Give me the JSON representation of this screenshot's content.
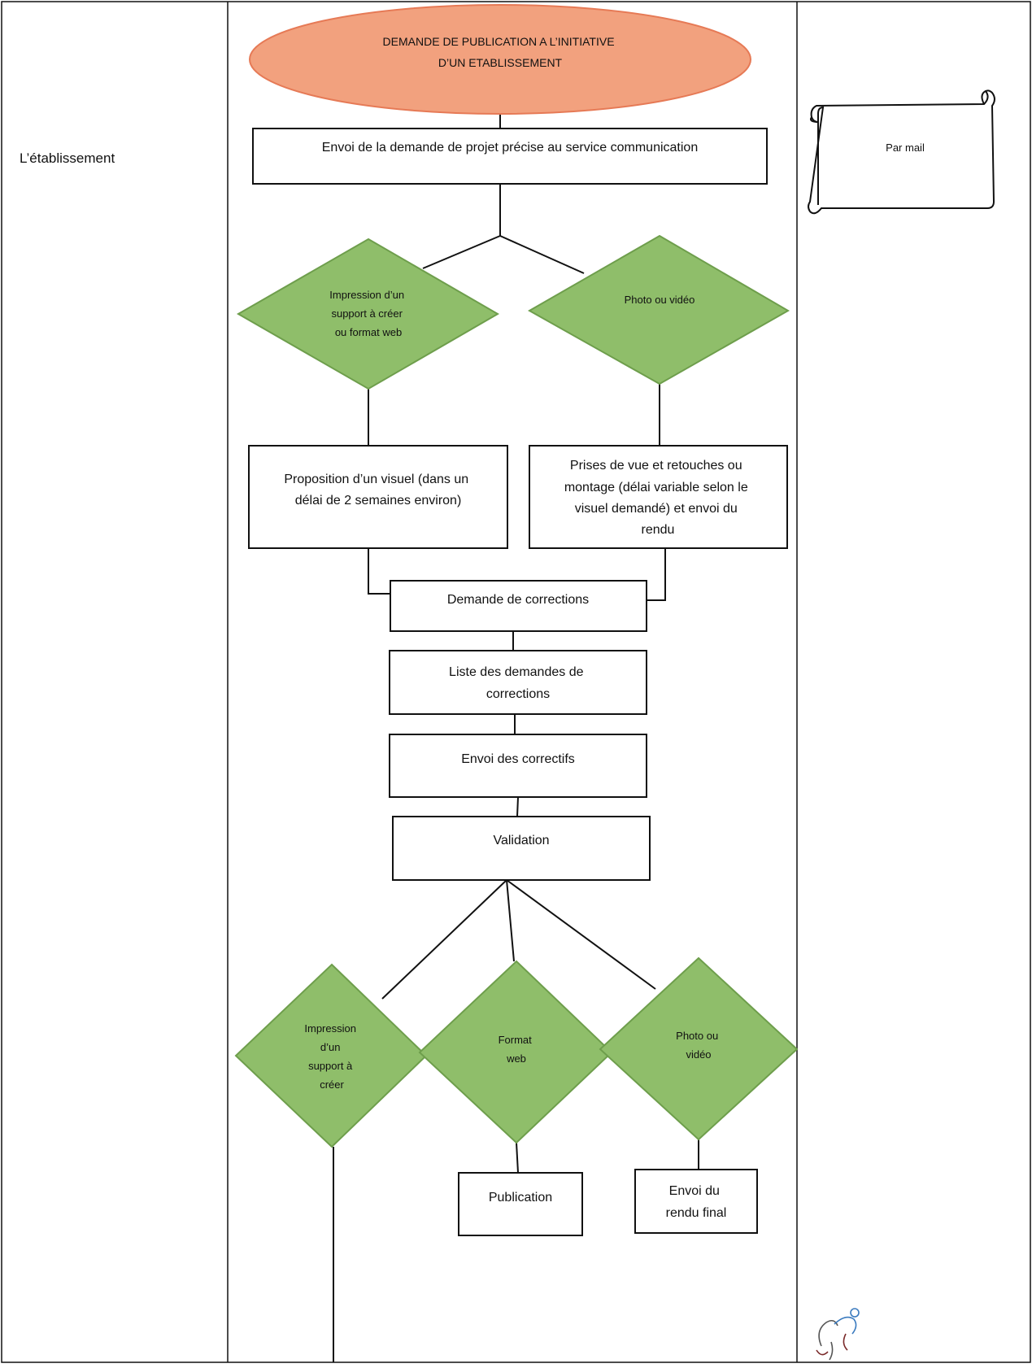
{
  "lanes": {
    "actor_label": "L’établissement"
  },
  "nodes": {
    "start": [
      "DEMANDE DE PUBLICATION A L’INITIATIVE",
      "D’UN ETABLISSEMENT"
    ],
    "send_request": [
      "Envoi de la demande de projet précise au service communication"
    ],
    "decision_print_web": [
      "Impression d’un",
      "support à créer",
      "ou format web"
    ],
    "decision_photo_video": [
      "Photo ou vidéo"
    ],
    "propose_visual": [
      "Proposition d’un visuel (dans un",
      "délai de 2 semaines environ)"
    ],
    "shooting": [
      "Prises de vue et retouches ou",
      "montage (délai variable selon le",
      "visuel demandé) et envoi du",
      "rendu"
    ],
    "request_corrections": [
      "Demande de corrections"
    ],
    "corrections_list": [
      "Liste des demandes de",
      "corrections"
    ],
    "send_fixes": [
      "Envoi des correctifs"
    ],
    "validation": [
      "Validation"
    ],
    "decision_print": [
      "Impression",
      "d’un",
      "support à",
      "créer"
    ],
    "decision_web": [
      "Format",
      "web"
    ],
    "decision_photo": [
      "Photo ou",
      "vidéo"
    ],
    "publication": [
      "Publication"
    ],
    "final_render": [
      "Envoi du",
      "rendu final"
    ]
  },
  "side_note": {
    "channel": "Par mail"
  },
  "colors": {
    "start_fill": "#f2a17e",
    "start_stroke": "#e67a56",
    "decision_fill": "#8fbe6a",
    "decision_stroke": "#6e9e4c",
    "line": "#111111"
  },
  "icons": {
    "scroll": "scroll-icon",
    "logo": "corner-logo"
  }
}
